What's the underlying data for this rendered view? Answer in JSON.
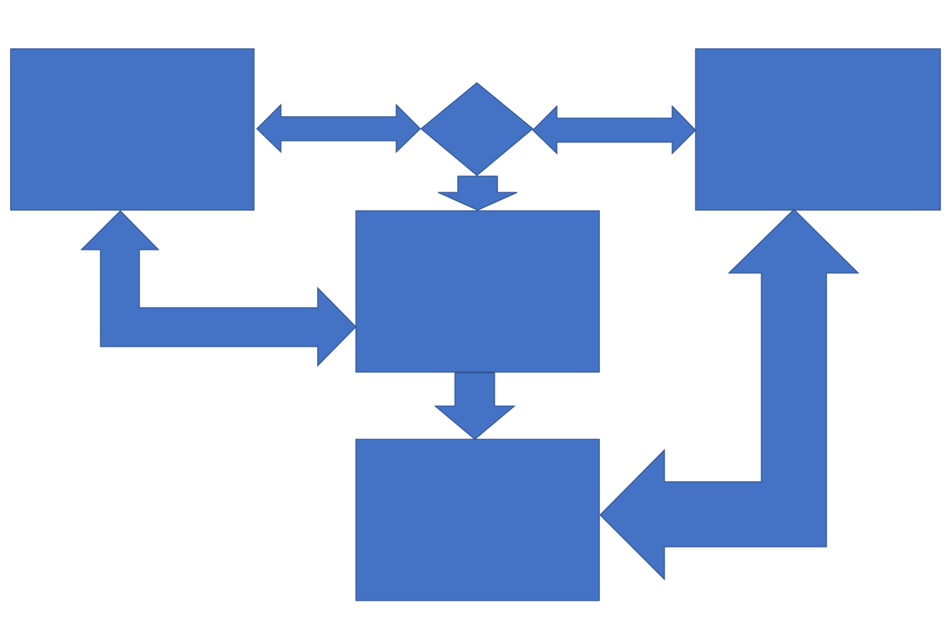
{
  "colors": {
    "fill": "#4472C4",
    "stroke": "#2F528F",
    "background": "#FFFFFF"
  },
  "shapes": [
    {
      "name": "box-top-left",
      "kind": "rectangle",
      "text": ""
    },
    {
      "name": "box-top-right",
      "kind": "rectangle",
      "text": ""
    },
    {
      "name": "box-middle",
      "kind": "rectangle",
      "text": ""
    },
    {
      "name": "box-bottom",
      "kind": "rectangle",
      "text": ""
    },
    {
      "name": "decision-diamond",
      "kind": "diamond",
      "text": ""
    }
  ],
  "connectors": [
    {
      "name": "arrow-left-box-to-diamond",
      "kind": "double-arrow",
      "from": "box-top-left",
      "to": "decision-diamond"
    },
    {
      "name": "arrow-diamond-to-right-box",
      "kind": "double-arrow",
      "from": "decision-diamond",
      "to": "box-top-right"
    },
    {
      "name": "arrow-diamond-to-middle-box",
      "kind": "arrow",
      "from": "decision-diamond",
      "to": "box-middle"
    },
    {
      "name": "arrow-left-box-to-middle-box",
      "kind": "bent-double-arrow",
      "from": "box-top-left",
      "to": "box-middle"
    },
    {
      "name": "arrow-middle-box-to-bottom-box",
      "kind": "arrow",
      "from": "box-middle",
      "to": "box-bottom"
    },
    {
      "name": "arrow-right-box-to-bottom-box",
      "kind": "bent-double-arrow",
      "from": "box-top-right",
      "to": "box-bottom"
    }
  ]
}
